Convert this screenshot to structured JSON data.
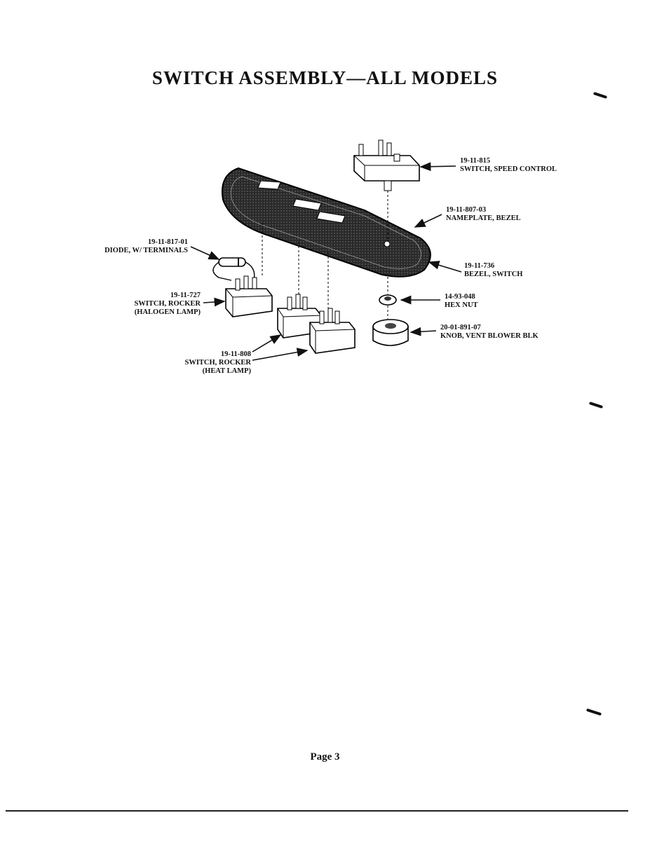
{
  "page": {
    "title": "SWITCH ASSEMBLY—ALL MODELS",
    "page_number": "Page 3"
  },
  "callouts": {
    "speed_control": {
      "part": "19-11-815",
      "desc": "SWITCH, SPEED CONTROL"
    },
    "nameplate": {
      "part": "19-11-807-03",
      "desc": "NAMEPLATE, BEZEL"
    },
    "diode": {
      "part": "19-11-817-01",
      "desc": "DIODE, W/ TERMINALS"
    },
    "bezel": {
      "part": "19-11-736",
      "desc": "BEZEL, SWITCH"
    },
    "halogen_rocker": {
      "part": "19-11-727",
      "desc": "SWITCH, ROCKER",
      "note": "(HALOGEN LAMP)"
    },
    "hex_nut": {
      "part": "14-93-048",
      "desc": "HEX NUT"
    },
    "knob": {
      "part": "20-01-891-07",
      "desc": "KNOB, VENT BLOWER BLK"
    },
    "heat_rocker": {
      "part": "19-11-808",
      "desc": "SWITCH, ROCKER",
      "note": "(HEAT LAMP)"
    }
  }
}
